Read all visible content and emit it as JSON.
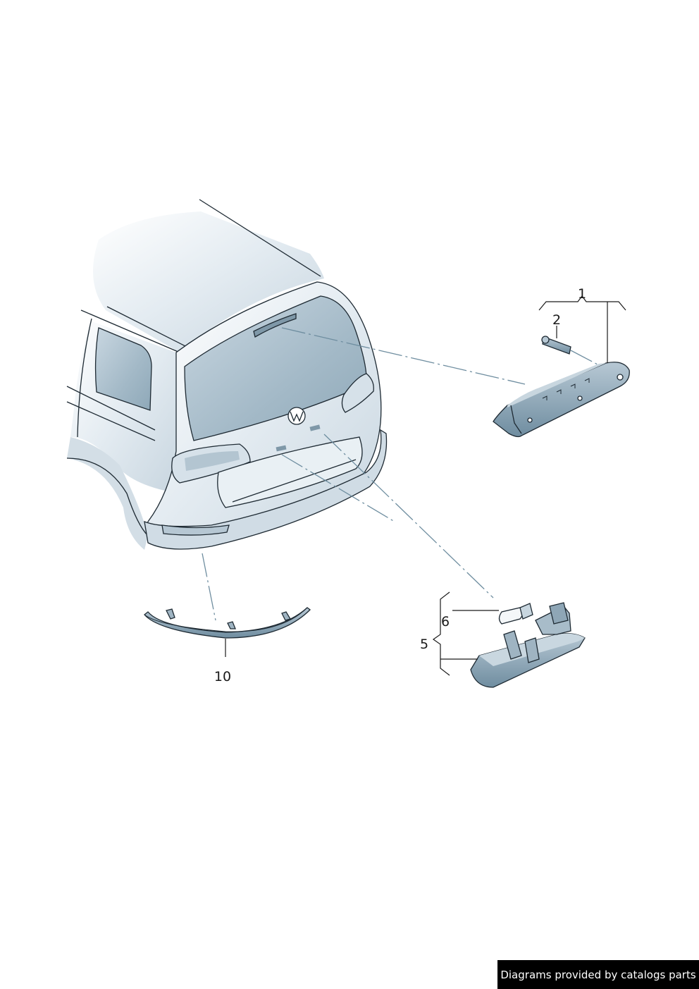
{
  "callouts": {
    "c1": "1",
    "c2": "2",
    "c5": "5",
    "c6": "6",
    "c10": "10"
  },
  "credit": "Diagrams provided by catalogs parts",
  "colors": {
    "body": "#dde7ee",
    "body_shadow": "#c6d4de",
    "glass": "#a9bdca",
    "part": "#8ea6b6",
    "part_dark": "#5e7d90",
    "line": "#1e2a33",
    "dash": "#6f8ea0"
  }
}
